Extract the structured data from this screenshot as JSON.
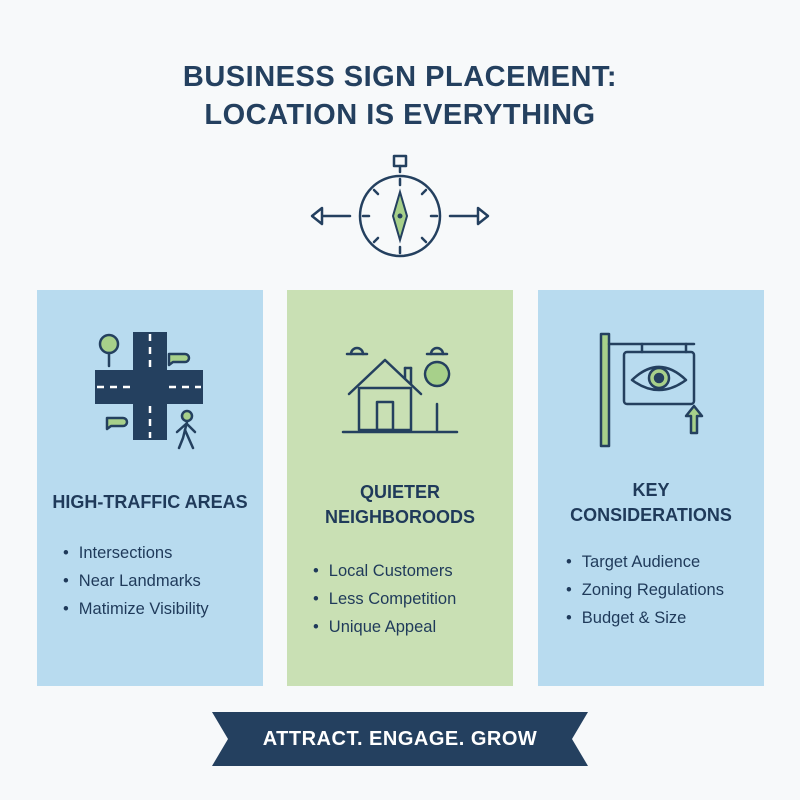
{
  "title": {
    "line1": "BUSINESS SIGN PLACEMENT:",
    "line2": "LOCATION IS EVERYTHING"
  },
  "colors": {
    "navy": "#24405f",
    "panel_blue": "#b8dbef",
    "panel_green": "#c9e0b4",
    "icon_green": "#a7d08a"
  },
  "compass": {
    "icon": "compass-icon",
    "arrows": "left-right-arrows-icon"
  },
  "panels": [
    {
      "heading": "HIGH-TRAFFIC AREAS",
      "icon": "intersection-icon",
      "items": [
        "Intersections",
        "Near Landmarks",
        "Matimize Visibility"
      ]
    },
    {
      "heading_line1": "QUIETER",
      "heading_line2": "NEIGHBOROODS",
      "icon": "house-icon",
      "items": [
        "Local Customers",
        "Less Competition",
        "Unique Appeal"
      ]
    },
    {
      "heading_line1": "KEY",
      "heading_line2": "CONSIDERATIONS",
      "icon": "eye-sign-icon",
      "items": [
        "Target Audience",
        "Zoning Regulations",
        "Budget & Size"
      ]
    }
  ],
  "banner": {
    "text": "ATTRACT. ENGAGE. GROW"
  }
}
